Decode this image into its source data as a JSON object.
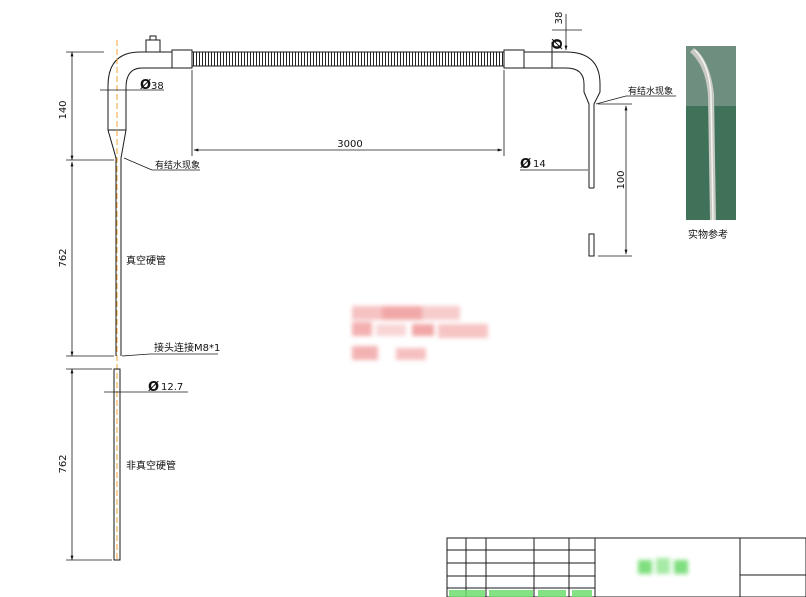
{
  "dimensions": {
    "tube_diameter_top_left": "38",
    "tube_diameter_top_right": "38",
    "upper_drop_height": "140",
    "corrugated_length": "3000",
    "right_tube_diameter": "14",
    "right_tube_length": "100",
    "vacuum_tube_length": "762",
    "bottom_tube_diameter": "12.7",
    "non_vacuum_tube_length": "762"
  },
  "labels": {
    "condensation_left": "有结水现象",
    "condensation_right": "有结水现象",
    "vacuum_hard_tube": "真空硬管",
    "connector": "接头连接M8*1",
    "non_vacuum_hard_tube": "非真空硬管",
    "photo_caption": "实物参考"
  },
  "symbols": {
    "diameter": "Ø"
  },
  "colors": {
    "line": "#1a1a1a",
    "blur_pink": "#f3b4b4",
    "blur_green": "#8fe08f"
  }
}
